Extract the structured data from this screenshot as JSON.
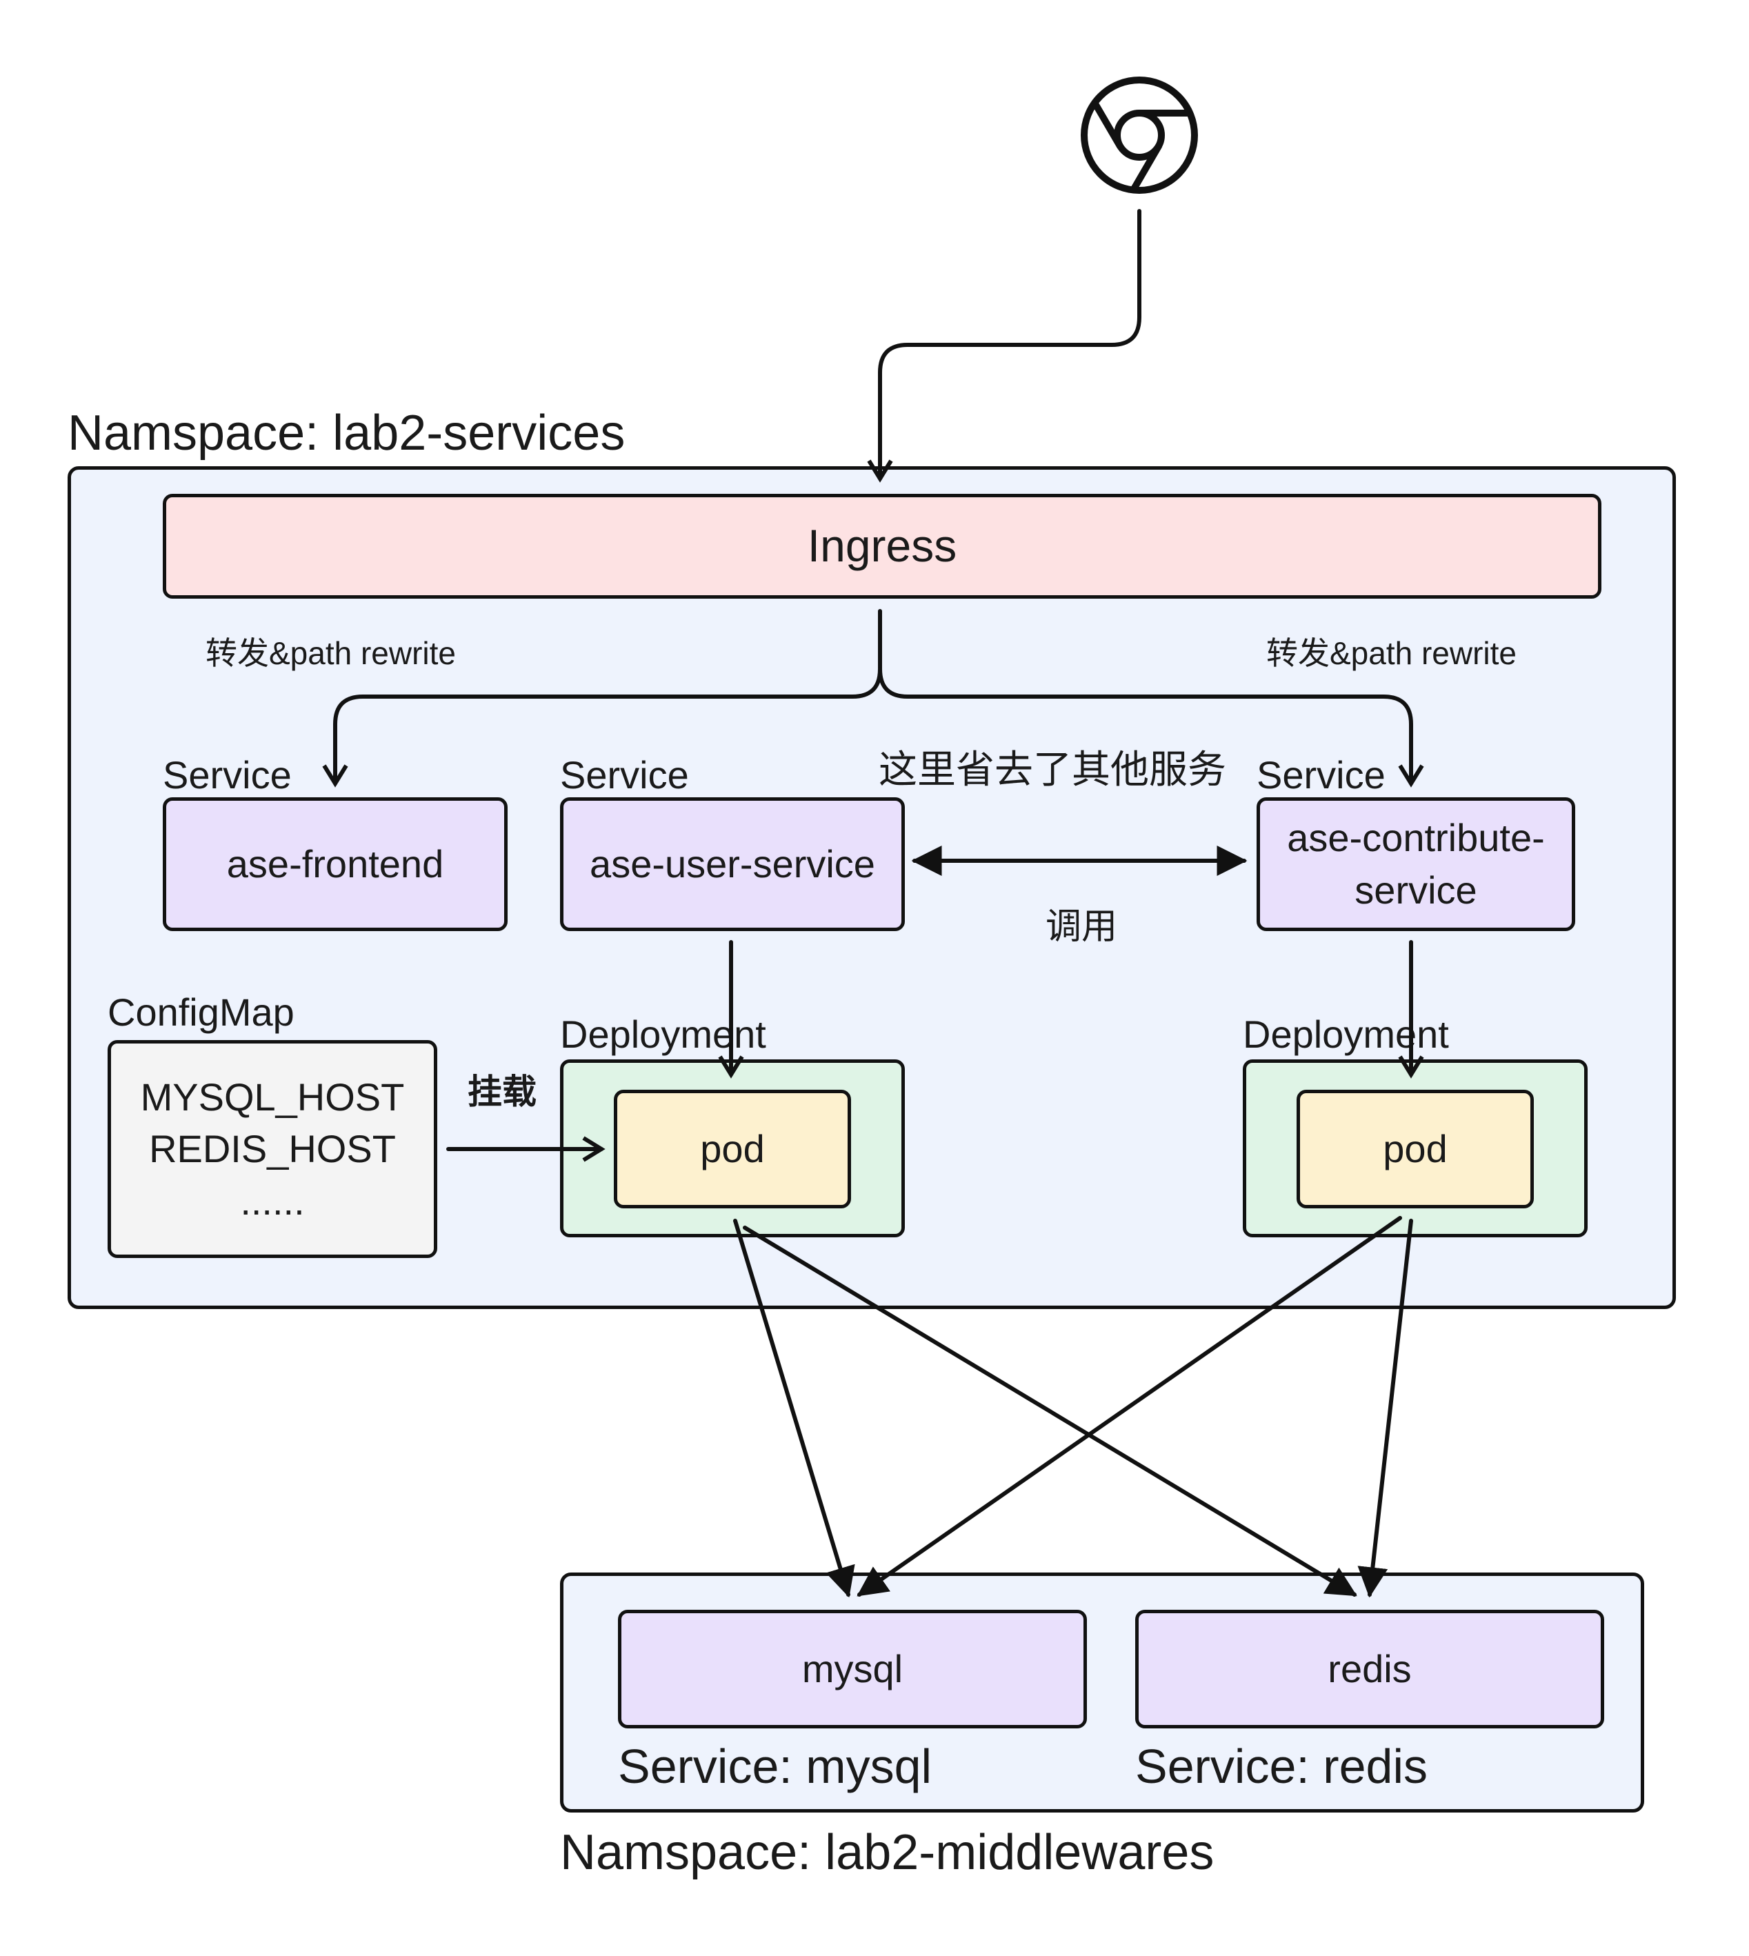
{
  "namespaces": {
    "services": "Namspace:  lab2-services",
    "middlewares": "Namspace:  lab2-middlewares"
  },
  "ingress": {
    "label": "Ingress"
  },
  "forward_notes": {
    "left": "转发&path rewrite",
    "right": "转发&path rewrite"
  },
  "services": {
    "frontend": {
      "kind": "Service",
      "name": "ase-frontend"
    },
    "user": {
      "kind": "Service",
      "name": "ase-user-service"
    },
    "contribute": {
      "kind": "Service",
      "name_line1": "ase-contribute-",
      "name_line2": "service"
    }
  },
  "omitted_note": "这里省去了其他服务",
  "call_label": "调用",
  "configmap": {
    "kind": "ConfigMap",
    "lines": [
      "MYSQL_HOST",
      "REDIS_HOST",
      "......"
    ]
  },
  "mount_label": "挂载",
  "deployments": {
    "user": {
      "kind": "Deployment",
      "pod": "pod"
    },
    "contribute": {
      "kind": "Deployment",
      "pod": "pod"
    }
  },
  "middlewares": {
    "mysql": {
      "name": "mysql",
      "service_label": "Service: mysql"
    },
    "redis": {
      "name": "redis",
      "service_label": "Service: redis"
    }
  },
  "icons": {
    "client": "chrome-browser-icon"
  },
  "colors": {
    "namespace_bg": "#eef3fd",
    "ingress_bg": "#fde2e3",
    "service_bg": "#e9e0fc",
    "deployment_bg": "#dff4e6",
    "pod_bg": "#fdf1cf",
    "configmap_bg": "#f4f4f4"
  }
}
